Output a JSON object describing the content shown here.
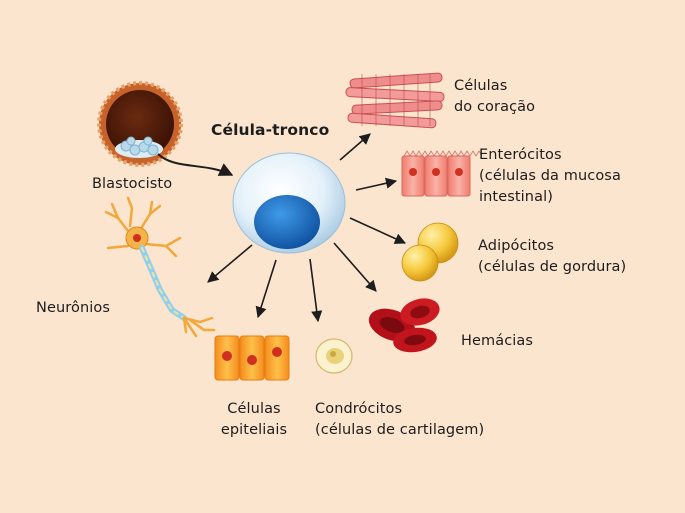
{
  "center": {
    "title": "Célula-tronco"
  },
  "source": {
    "label": "Blastocisto"
  },
  "cells": {
    "heart": {
      "line1": "Células",
      "line2": "do coração"
    },
    "enterocyte": {
      "line1": "Enterócitos",
      "line2": "(células da mucosa",
      "line3": "intestinal)"
    },
    "adipocyte": {
      "line1": "Adipócitos",
      "line2": "(células de gordura)"
    },
    "rbc": {
      "line1": "Hemácias"
    },
    "chondro": {
      "line1": "Condrócitos",
      "line2": "(células de cartilagem)"
    },
    "epithelial": {
      "line1": "Células",
      "line2": "epiteliais"
    },
    "neuron": {
      "line1": "Neurônios"
    }
  },
  "colors": {
    "background": "#fbe5cf",
    "stem_cell_body": "#d9ecf7",
    "stem_cell_nucleus": "#1f6fc4",
    "arrow": "#1d1d1d",
    "heart_muscle": "#ef8d8d",
    "cell_orange": "#f7a23a",
    "nucleus_red": "#d0301f",
    "adipocyte": "#f6c93d",
    "rbc": "#c8141c"
  }
}
